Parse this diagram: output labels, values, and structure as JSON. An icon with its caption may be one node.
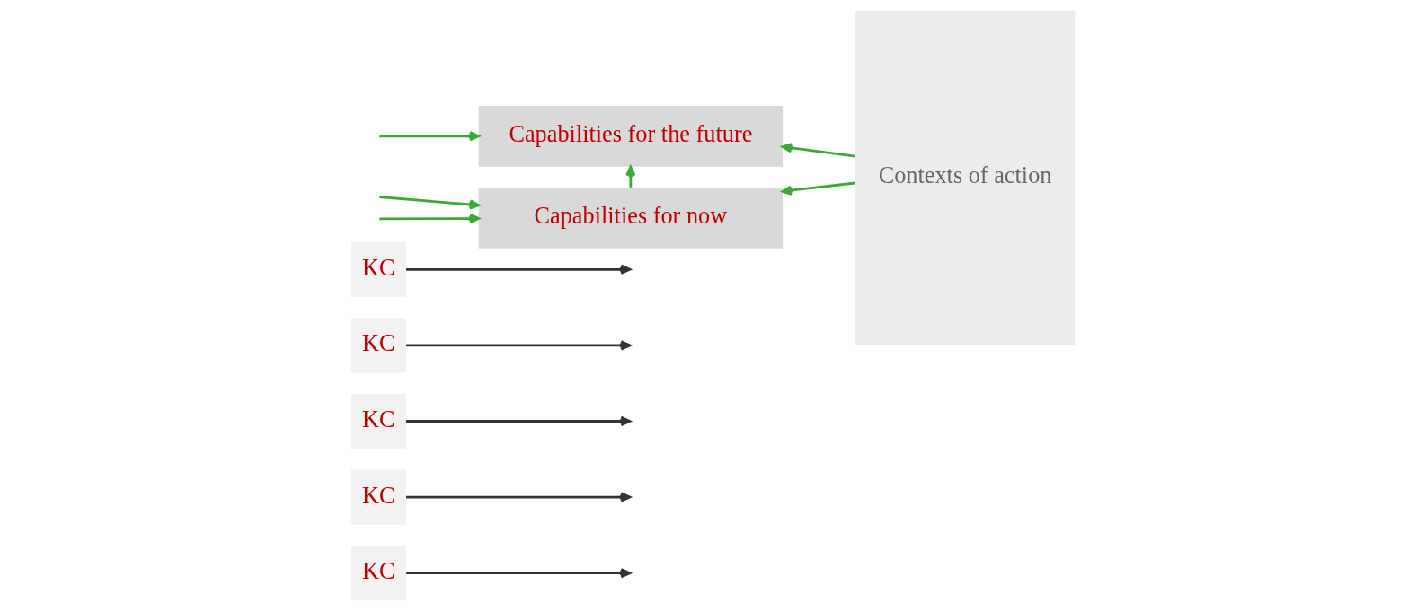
{
  "diagram": {
    "nodes": [
      {
        "text": [
          "KC"
        ]
      },
      {
        "text": [
          "KC"
        ]
      },
      {
        "text": [
          "KC"
        ]
      },
      {
        "text": [
          "KC"
        ]
      },
      {
        "text": [
          "KC"
        ]
      },
      {
        "text": [
          "Capabilities for now"
        ]
      },
      {
        "text": [
          "Capabilities for the future"
        ]
      },
      {
        "text": [
          "Contexts of action"
        ]
      }
    ],
    "edges": [
      {
        "from": 0,
        "to": null,
        "arrow": "to",
        "color": "#333333"
      },
      {
        "from": 1,
        "to": null,
        "arrow": "to",
        "color": "#333333"
      },
      {
        "from": 2,
        "to": null,
        "arrow": "to",
        "color": "#333333"
      },
      {
        "from": 3,
        "to": null,
        "arrow": "to",
        "color": "#333333"
      },
      {
        "from": 4,
        "to": null,
        "arrow": "to",
        "color": "#333333"
      },
      {
        "from": null,
        "to": 5,
        "arrow": "to"
      },
      {
        "from": null,
        "to": 6,
        "arrow": "to"
      },
      {
        "from": null,
        "to": 5,
        "arrow": "to"
      },
      {
        "from": 5,
        "to": 6,
        "arrow": "to"
      },
      {
        "from": 7,
        "to": 5,
        "arrow": "to"
      },
      {
        "from": 7,
        "to": 6,
        "arrow": "to"
      }
    ]
  }
}
